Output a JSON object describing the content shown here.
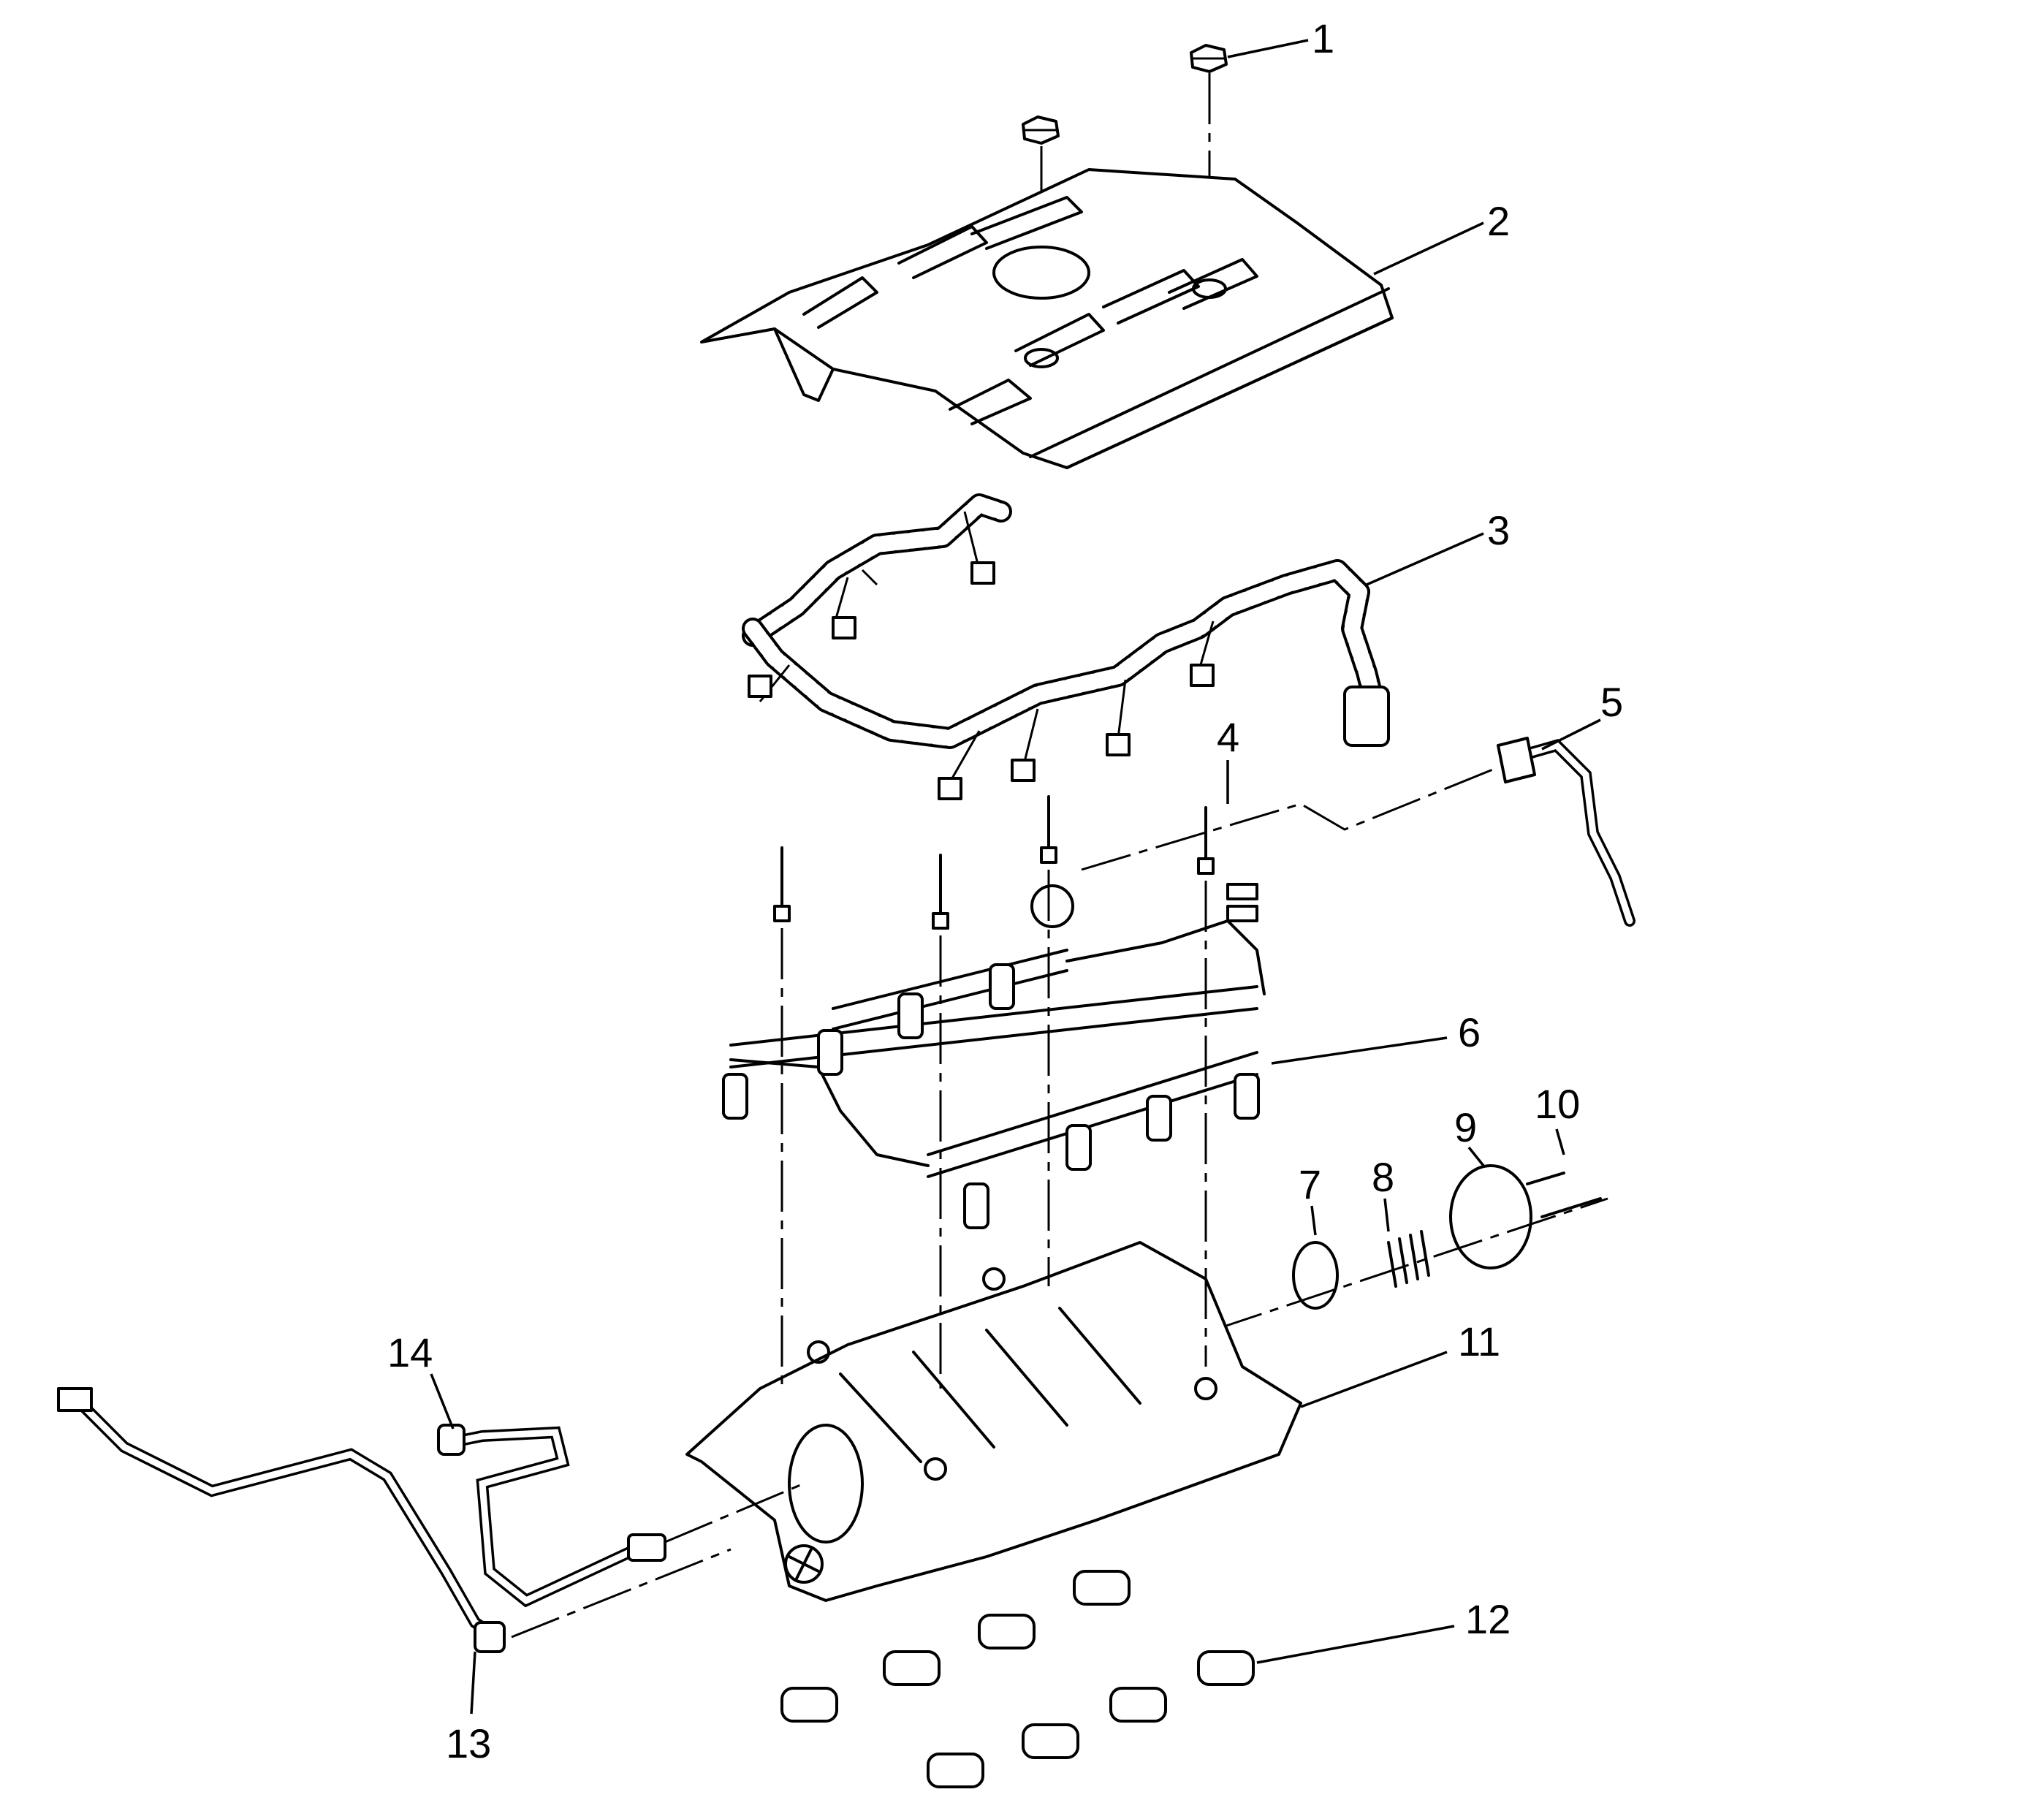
{
  "callouts": [
    {
      "id": 1,
      "label": "1",
      "part": "bolt"
    },
    {
      "id": 2,
      "label": "2",
      "part": "engine-cover"
    },
    {
      "id": 3,
      "label": "3",
      "part": "wiring-harness"
    },
    {
      "id": 4,
      "label": "4",
      "part": "stud"
    },
    {
      "id": 5,
      "label": "5",
      "part": "vacuum-hose"
    },
    {
      "id": 6,
      "label": "6",
      "part": "fuel-rail-injectors"
    },
    {
      "id": 7,
      "label": "7",
      "part": "retainer"
    },
    {
      "id": 8,
      "label": "8",
      "part": "spring"
    },
    {
      "id": 9,
      "label": "9",
      "part": "valve-cover"
    },
    {
      "id": 10,
      "label": "10",
      "part": "bolt"
    },
    {
      "id": 11,
      "label": "11",
      "part": "intake-manifold"
    },
    {
      "id": 12,
      "label": "12",
      "part": "gasket"
    },
    {
      "id": 13,
      "label": "13",
      "part": "pcv-tube"
    },
    {
      "id": 14,
      "label": "14",
      "part": "vacuum-hose"
    }
  ]
}
